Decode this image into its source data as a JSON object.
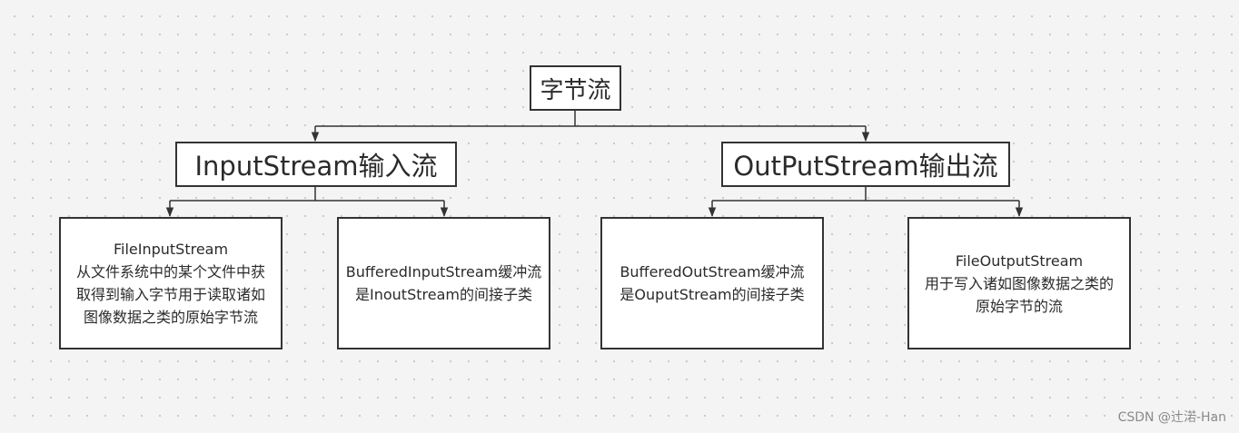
{
  "diagram": {
    "root": {
      "label": "字节流"
    },
    "input_branch": {
      "label": "InputStream输入流",
      "children": [
        {
          "lines": [
            "FileInputStream",
            "从文件系统中的某个文件中获",
            "取得到输入字节用于读取诸如",
            "图像数据之类的原始字节流"
          ]
        },
        {
          "lines": [
            "BufferedInputStream缓冲流",
            "是InoutStream的间接子类"
          ]
        }
      ]
    },
    "output_branch": {
      "label": "OutPutStream输出流",
      "children": [
        {
          "lines": [
            "BufferedOutStream缓冲流",
            "是OuputStream的间接子类"
          ]
        },
        {
          "lines": [
            "FileOutputStream",
            "用于写入诸如图像数据之类的",
            "原始字节的流"
          ]
        }
      ]
    }
  },
  "watermark": "CSDN @辻渃-Han",
  "colors": {
    "border": "#333333",
    "connector": "#333333",
    "background": "#f4f4f4"
  }
}
